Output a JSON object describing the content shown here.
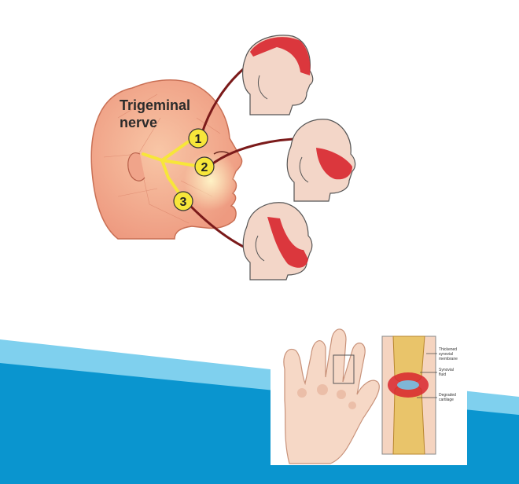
{
  "trigeminal": {
    "title_line1": "Trigeminal",
    "title_line2": "nerve",
    "branches": [
      {
        "number": "1"
      },
      {
        "number": "2"
      },
      {
        "number": "3"
      }
    ]
  },
  "arthritis": {
    "labels": [
      "Thickened",
      "synovial",
      "membrane",
      "Synovial",
      "fluid",
      "Degraded",
      "cartilage"
    ]
  },
  "colors": {
    "banner_dark": "#0a95cf",
    "banner_light": "#7fd0ee",
    "skin_pink": "#f2a58f",
    "nerve_yellow": "#f7e63a",
    "arrow_dark": "#7b1a1a",
    "highlight_red": "#d8262e"
  }
}
